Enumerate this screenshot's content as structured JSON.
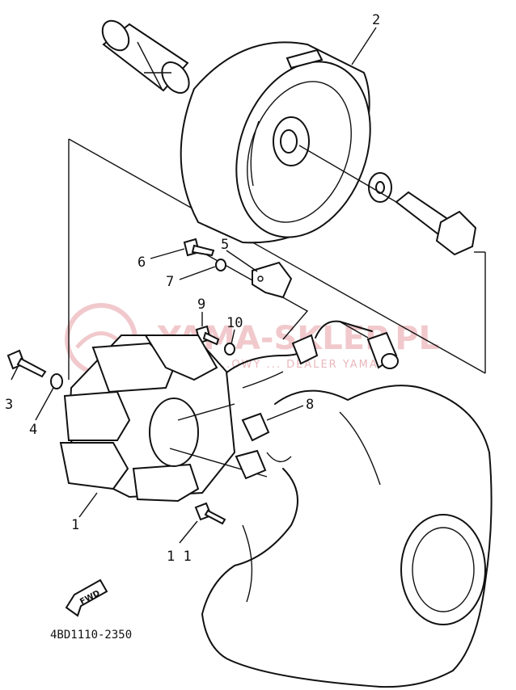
{
  "callouts": [
    {
      "id": "1",
      "text": "1"
    },
    {
      "id": "2",
      "text": "2"
    },
    {
      "id": "3",
      "text": "3"
    },
    {
      "id": "4",
      "text": "4"
    },
    {
      "id": "5",
      "text": "5"
    },
    {
      "id": "6",
      "text": "6"
    },
    {
      "id": "7",
      "text": "7"
    },
    {
      "id": "8",
      "text": "8"
    },
    {
      "id": "9",
      "text": "9"
    },
    {
      "id": "10",
      "text": "10"
    },
    {
      "id": "11",
      "text": "1 1"
    }
  ],
  "diagram_code": "4BD1110-2350",
  "direction_marker": "FWD",
  "watermark": {
    "title": "YAMA-SKLEP.PL",
    "subtitle": "...OWY ... DEALER YAMAHA"
  },
  "colors": {
    "line": "#111111",
    "background": "#ffffff",
    "watermark": "#f1c9cc"
  }
}
